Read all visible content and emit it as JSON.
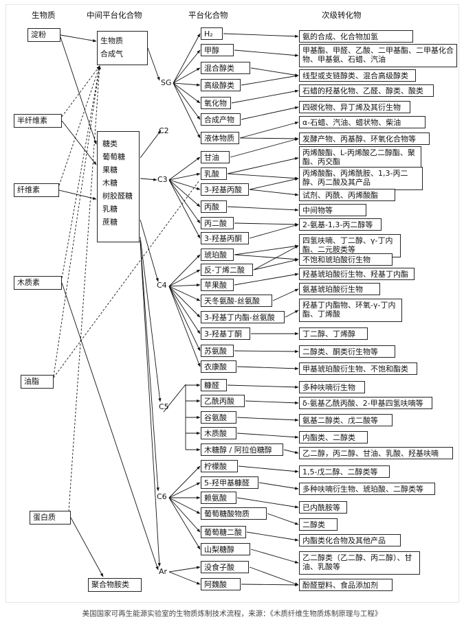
{
  "headers": {
    "biomass": "生物质",
    "intermediate": "中间平台化合物",
    "platform": "平台化合物",
    "secondary": "次级转化物"
  },
  "biomass": [
    "淀粉",
    "半纤维素",
    "纤维素",
    "木质素",
    "油脂",
    "蛋白质"
  ],
  "intermediate": {
    "top": [
      "生物质",
      "合成气"
    ],
    "sugars": [
      "糖类",
      "葡萄糖",
      "果糖",
      "木糖",
      "树胶醛糖",
      "乳糖",
      "蔗糖"
    ],
    "polyamide": "聚合物胺类"
  },
  "nodes": {
    "sg": "SG",
    "c2": "C2",
    "c3": "C3",
    "c4": "C4",
    "c5": "C5",
    "c6": "C6",
    "ar": "Ar"
  },
  "platform": [
    "H₂",
    "甲醇",
    "混合醇类",
    "高级醇类",
    "氧化物",
    "合成产物",
    "液体物质",
    "甘油",
    "乳酸",
    "3-羟基丙酸",
    "丙酸",
    "丙二酸",
    "3-羟基丙酮",
    "琥珀酸",
    "反-丁烯二酸",
    "苹果酸",
    "天冬氨酸-丝氨酸",
    "3-羟基丁内酯-丝氨酸",
    "3-羟基丁酮",
    "苏氨酸",
    "衣康酸",
    "糠醛",
    "乙酰丙酸",
    "谷氨酸",
    "木质酸",
    "木糖醇 / 阿拉伯糖醇",
    "柠檬酸",
    "5-羟甲基糠醛",
    "赖氨酸",
    "葡萄糖酸物质",
    "葡萄糖二酸",
    "山梨糖醇",
    "没食子酸",
    "阿魏酸"
  ],
  "secondary": [
    "氨的合成、化合物加氢",
    "甲基酯、甲醛、乙酸、二甲基酯、二甲基化合物、甲基氨、石蜡、汽油",
    "线型或支链醇类、混合高级醇类",
    "石蜡的羟基化物、乙醛、醇类、酸类",
    "四碳化物、异丁烯及其衍生物",
    "α-石蜡、汽油、蜡状物、柴油",
    "发酵产物、丙基醇、环氧化合物等",
    "丙烯酸酯、L-丙烯酸乙二醇酯、聚酯、丙交酯",
    "丙烯酸酯、丙烯酰胺、1,3-丙二醇、丙二酸及其产品",
    "试剂、丙酰、丙烯酸酯",
    "中间物等",
    "2-氨基-1,3-丙二醇等",
    "四氢呋喃、丁二醇、γ-丁内酯、二元胺类等",
    "不饱和琥珀酸衍生物",
    "羟基琥珀酸衍生物、羟基丁内酯",
    "氨基琥珀酸衍生物",
    "羟基丁内酯物、环氧-γ-丁内酯、丁烯酸",
    "丁二醇、丁烯醇",
    "二醇类、酮类衍生物等",
    "甲基琥珀酸衍生物、不饱和酯类",
    "多种呋喃衍生物",
    "δ-氨基乙酰丙酸、2-甲基四氢呋喃等",
    "氨基二醇类、戊二酸等",
    "内酯类、二醇类",
    "乙二醇，丙二醇、甘油、乳酸、羟基呋喃",
    "1,5-戊二醇、二醇类等",
    "多种呋喃衍生物、琥珀酸、二醇类等",
    "已内酰胺等",
    "二醇类",
    "内酯类化合物及其他产品",
    "乙二醇类（乙二醇、丙二醇）、甘油、乳酸等",
    "酚醛塑料、食品添加剂"
  ],
  "caption": "美国国家可再生能源实验室的生物质炼制技术流程，来源：《木质纤维生物质炼制原理与工程》"
}
